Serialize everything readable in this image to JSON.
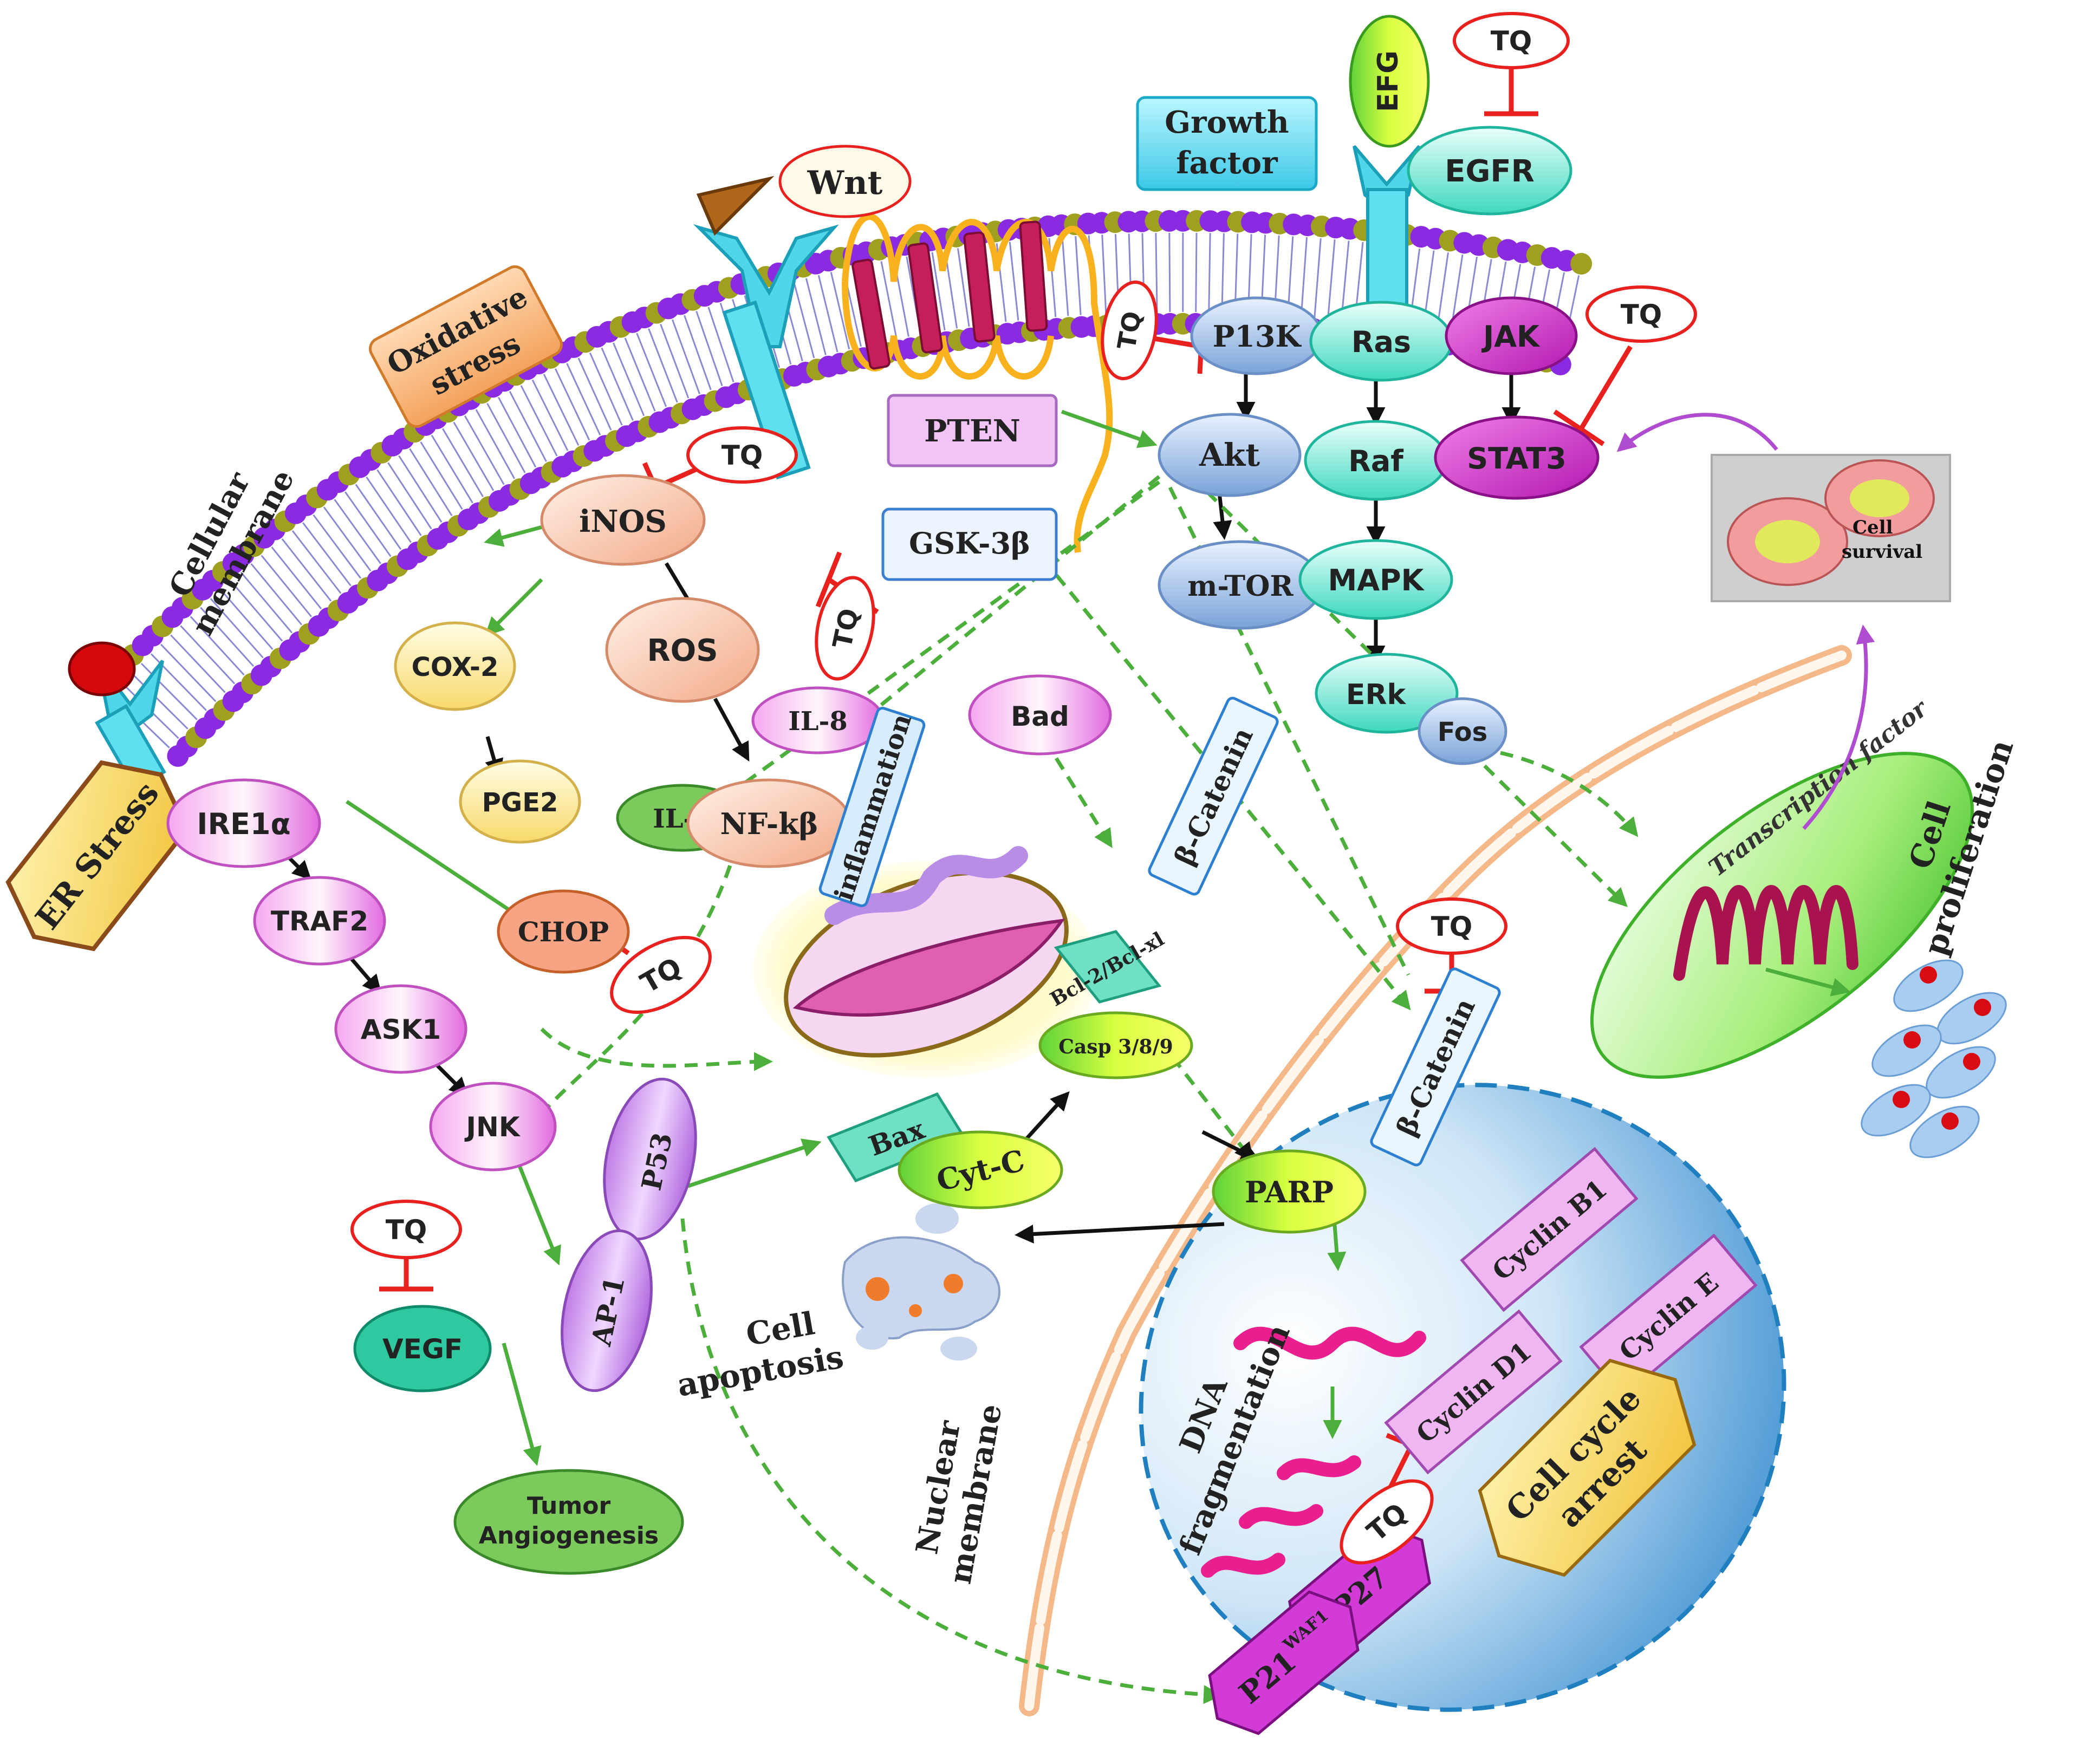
{
  "labels": {
    "tq": "TQ",
    "wnt": "Wnt",
    "efg": "EFG",
    "egfr": "EGFR",
    "growth_factor_1": "Growth",
    "growth_factor_2": "factor",
    "oxidative_1": "Oxidative",
    "oxidative_2": "stress",
    "cell_membrane_1": "Cellular",
    "cell_membrane_2": "membrane",
    "er_stress": "ER Stress",
    "pi3k": "P13K",
    "ras": "Ras",
    "jak": "JAK",
    "pten": "PTEN",
    "akt": "Akt",
    "raf": "Raf",
    "stat3": "STAT3",
    "mtor": "m-TOR",
    "mapk": "MAPK",
    "erk": "ERk",
    "fos": "Fos",
    "inos": "iNOS",
    "gsk3b": "GSK-3β",
    "cox2": "COX-2",
    "ros": "ROS",
    "pge2": "PGE2",
    "il8": "IL-8",
    "il6": "IL-6",
    "nfkb": "NF-kβ",
    "inflammation": "inflammation",
    "bad": "Bad",
    "bcatenin": "β-Catenin",
    "ire1a": "IRE1α",
    "traf2": "TRAF2",
    "ask1": "ASK1",
    "jnk": "JNK",
    "chop": "CHOP",
    "bcl2": "Bcl-2/Bcl-xl",
    "casp": "Casp 3/8/9",
    "bax": "Bax",
    "cytc": "Cyt-C",
    "p53": "P53",
    "ap1": "AP-1",
    "vegf": "VEGF",
    "tumor_1": "Tumor",
    "tumor_2": "Angiogenesis",
    "parp": "PARP",
    "apoptosis_1": "Cell",
    "apoptosis_2": "apoptosis",
    "nuclear_1": "Nuclear",
    "nuclear_2": "membrane",
    "dna_1": "DNA",
    "dna_2": "fragmentation",
    "cyclin_b1": "Cyclin B1",
    "cyclin_d1": "Cyclin D1",
    "cyclin_e": "Cyclin E",
    "cell_cycle_1": "Cell cycle",
    "cell_cycle_2": "arrest",
    "p27": "P27",
    "p21": "P21",
    "p21_sup": "WAF1",
    "transcription": "Transcription factor",
    "survival_1": "Cell",
    "survival_2": "survival",
    "proliferation_1": "Cell",
    "proliferation_2": "proliferation"
  },
  "colors": {
    "inhibit": "#e8211e",
    "activate": "#4caf3c",
    "arrow": "#111111",
    "membrane_head": "#8a2be2",
    "membrane_head_alt": "#a0a020",
    "nuclear": "#f3b07c",
    "nucleus_fill": "#3c8fd0"
  }
}
